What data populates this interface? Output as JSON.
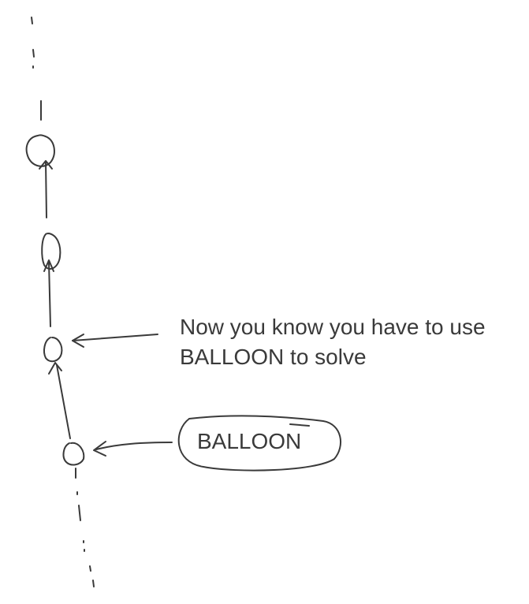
{
  "note": {
    "line1": "Now you know you have to use",
    "line2": "BALLOON to solve"
  },
  "balloon_label": "BALLOON",
  "ink_color": "#3a3a3a"
}
